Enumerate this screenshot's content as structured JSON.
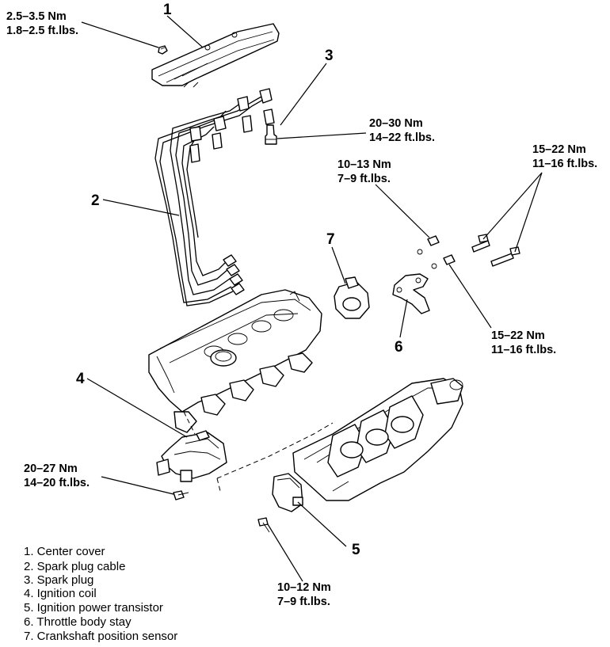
{
  "callouts": {
    "c1": "1",
    "c2": "2",
    "c3": "3",
    "c4": "4",
    "c5": "5",
    "c6": "6",
    "c7": "7"
  },
  "torque": {
    "center_cover_bolt": {
      "nm": "2.5–3.5 Nm",
      "ftlbs": "1.8–2.5 ft.lbs."
    },
    "spark_plug": {
      "nm": "20–30 Nm",
      "ftlbs": "14–22 ft.lbs."
    },
    "crank_sensor_bolt": {
      "nm": "10–13 Nm",
      "ftlbs": "7–9 ft.lbs."
    },
    "stay_bolts": {
      "nm": "15–22 Nm",
      "ftlbs": "11–16 ft.lbs."
    },
    "stay_nut": {
      "nm": "15–22 Nm",
      "ftlbs": "11–16 ft.lbs."
    },
    "ignition_coil_bolt": {
      "nm": "20–27 Nm",
      "ftlbs": "14–20 ft.lbs."
    },
    "transistor_bolt": {
      "nm": "10–12 Nm",
      "ftlbs": "7–9 ft.lbs."
    }
  },
  "legend": [
    "1.  Center cover",
    "2.  Spark plug cable",
    "3.  Spark plug",
    "4.  Ignition coil",
    "5.  Ignition power transistor",
    "6.  Throttle body stay",
    "7.  Crankshaft position sensor"
  ]
}
